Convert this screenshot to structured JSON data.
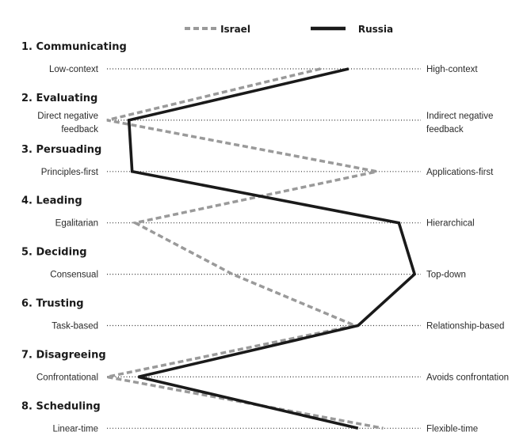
{
  "chart_data": {
    "type": "line",
    "orientation": "horizontal-profile",
    "x_scale": "left pole to right pole of each dimension",
    "legend_position": "top-center",
    "dimensions": [
      {
        "title": "1. Communicating",
        "left": [
          "Low-context"
        ],
        "right": [
          "High-context"
        ]
      },
      {
        "title": "2. Evaluating",
        "left": [
          "Direct negative",
          "feedback"
        ],
        "right": [
          "Indirect negative",
          "feedback"
        ]
      },
      {
        "title": "3. Persuading",
        "left": [
          "Principles-first"
        ],
        "right": [
          "Applications-first"
        ]
      },
      {
        "title": "4. Leading",
        "left": [
          "Egalitarian"
        ],
        "right": [
          "Hierarchical"
        ]
      },
      {
        "title": "5. Deciding",
        "left": [
          "Consensual"
        ],
        "right": [
          "Top-down"
        ]
      },
      {
        "title": "6. Trusting",
        "left": [
          "Task-based"
        ],
        "right": [
          "Relationship-based"
        ]
      },
      {
        "title": "7. Disagreeing",
        "left": [
          "Confrontational"
        ],
        "right": [
          "Avoids confrontation"
        ]
      },
      {
        "title": "8. Scheduling",
        "left": [
          "Linear-time"
        ],
        "right": [
          "Flexible-time"
        ]
      }
    ],
    "series": [
      {
        "name": "Israel",
        "style": "dashed",
        "color": "#9a9a9a",
        "values": [
          0.68,
          0.0,
          0.86,
          0.09,
          0.4,
          0.79,
          0.0,
          0.88
        ]
      },
      {
        "name": "Russia",
        "style": "solid",
        "color": "#1a1a1a",
        "values": [
          0.77,
          0.07,
          0.08,
          0.93,
          0.98,
          0.8,
          0.1,
          0.8
        ]
      }
    ]
  }
}
